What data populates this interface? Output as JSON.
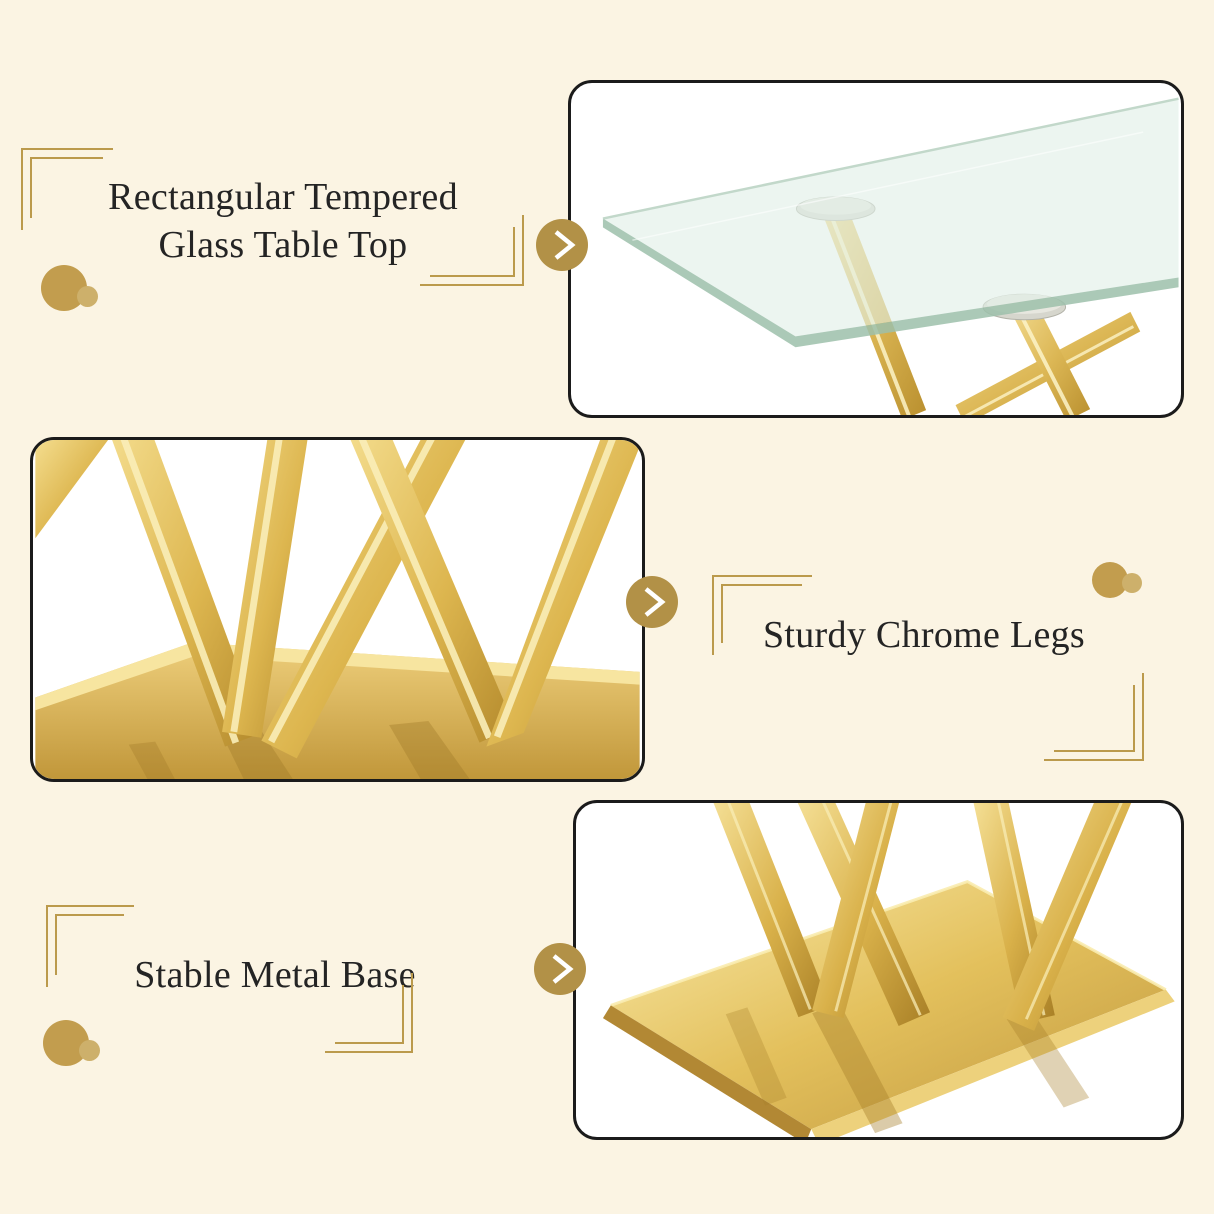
{
  "page": {
    "background_color": "#fbf4e3",
    "panel_border_color": "#1b1b1b",
    "heading_color": "#242424",
    "bracket_gold": "#bb9a4c",
    "dot_gold": "#c29d4e",
    "badge_gold": "#b29147",
    "badge_arrow_color": "#ffffff"
  },
  "sections": [
    {
      "id": "glass-top",
      "title_lines": [
        "Rectangular Tempered",
        "Glass Table Top"
      ],
      "photo_alt": "Corner of a clear rectangular tempered glass table top with silver mounting pads and slanted gold legs"
    },
    {
      "id": "chrome-legs",
      "title_lines": [
        "Sturdy Chrome Legs"
      ],
      "photo_alt": "Polished gold metal legs crossing in an X pattern above a gold base plate"
    },
    {
      "id": "metal-base",
      "title_lines": [
        "Stable Metal Base"
      ],
      "photo_alt": "Rectangular polished gold metal base plate with gold legs rising from it"
    }
  ]
}
